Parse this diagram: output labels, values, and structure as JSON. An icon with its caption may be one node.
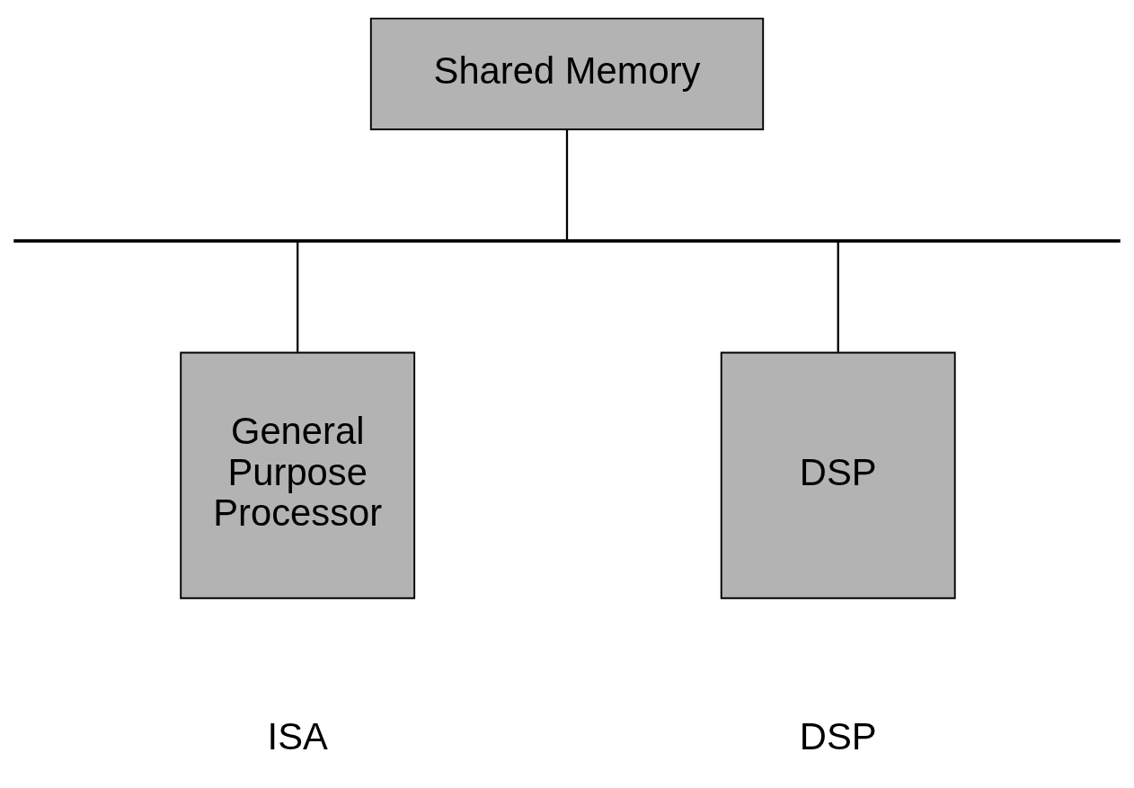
{
  "diagram": {
    "nodes": [
      {
        "text": [
          "Shared Memory"
        ]
      },
      {
        "text": [],
        "shape": "bar"
      },
      {
        "text": [
          "General Purpose Processor"
        ],
        "beside": [
          "ISA"
        ]
      },
      {
        "text": [
          "DSP"
        ],
        "beside": [
          "DSP"
        ]
      }
    ],
    "edges": [
      {
        "from": 0,
        "to": 1,
        "arrow": "none"
      },
      {
        "from": 1,
        "to": 2,
        "arrow": "none"
      },
      {
        "from": 1,
        "to": 3,
        "arrow": "none"
      }
    ]
  }
}
